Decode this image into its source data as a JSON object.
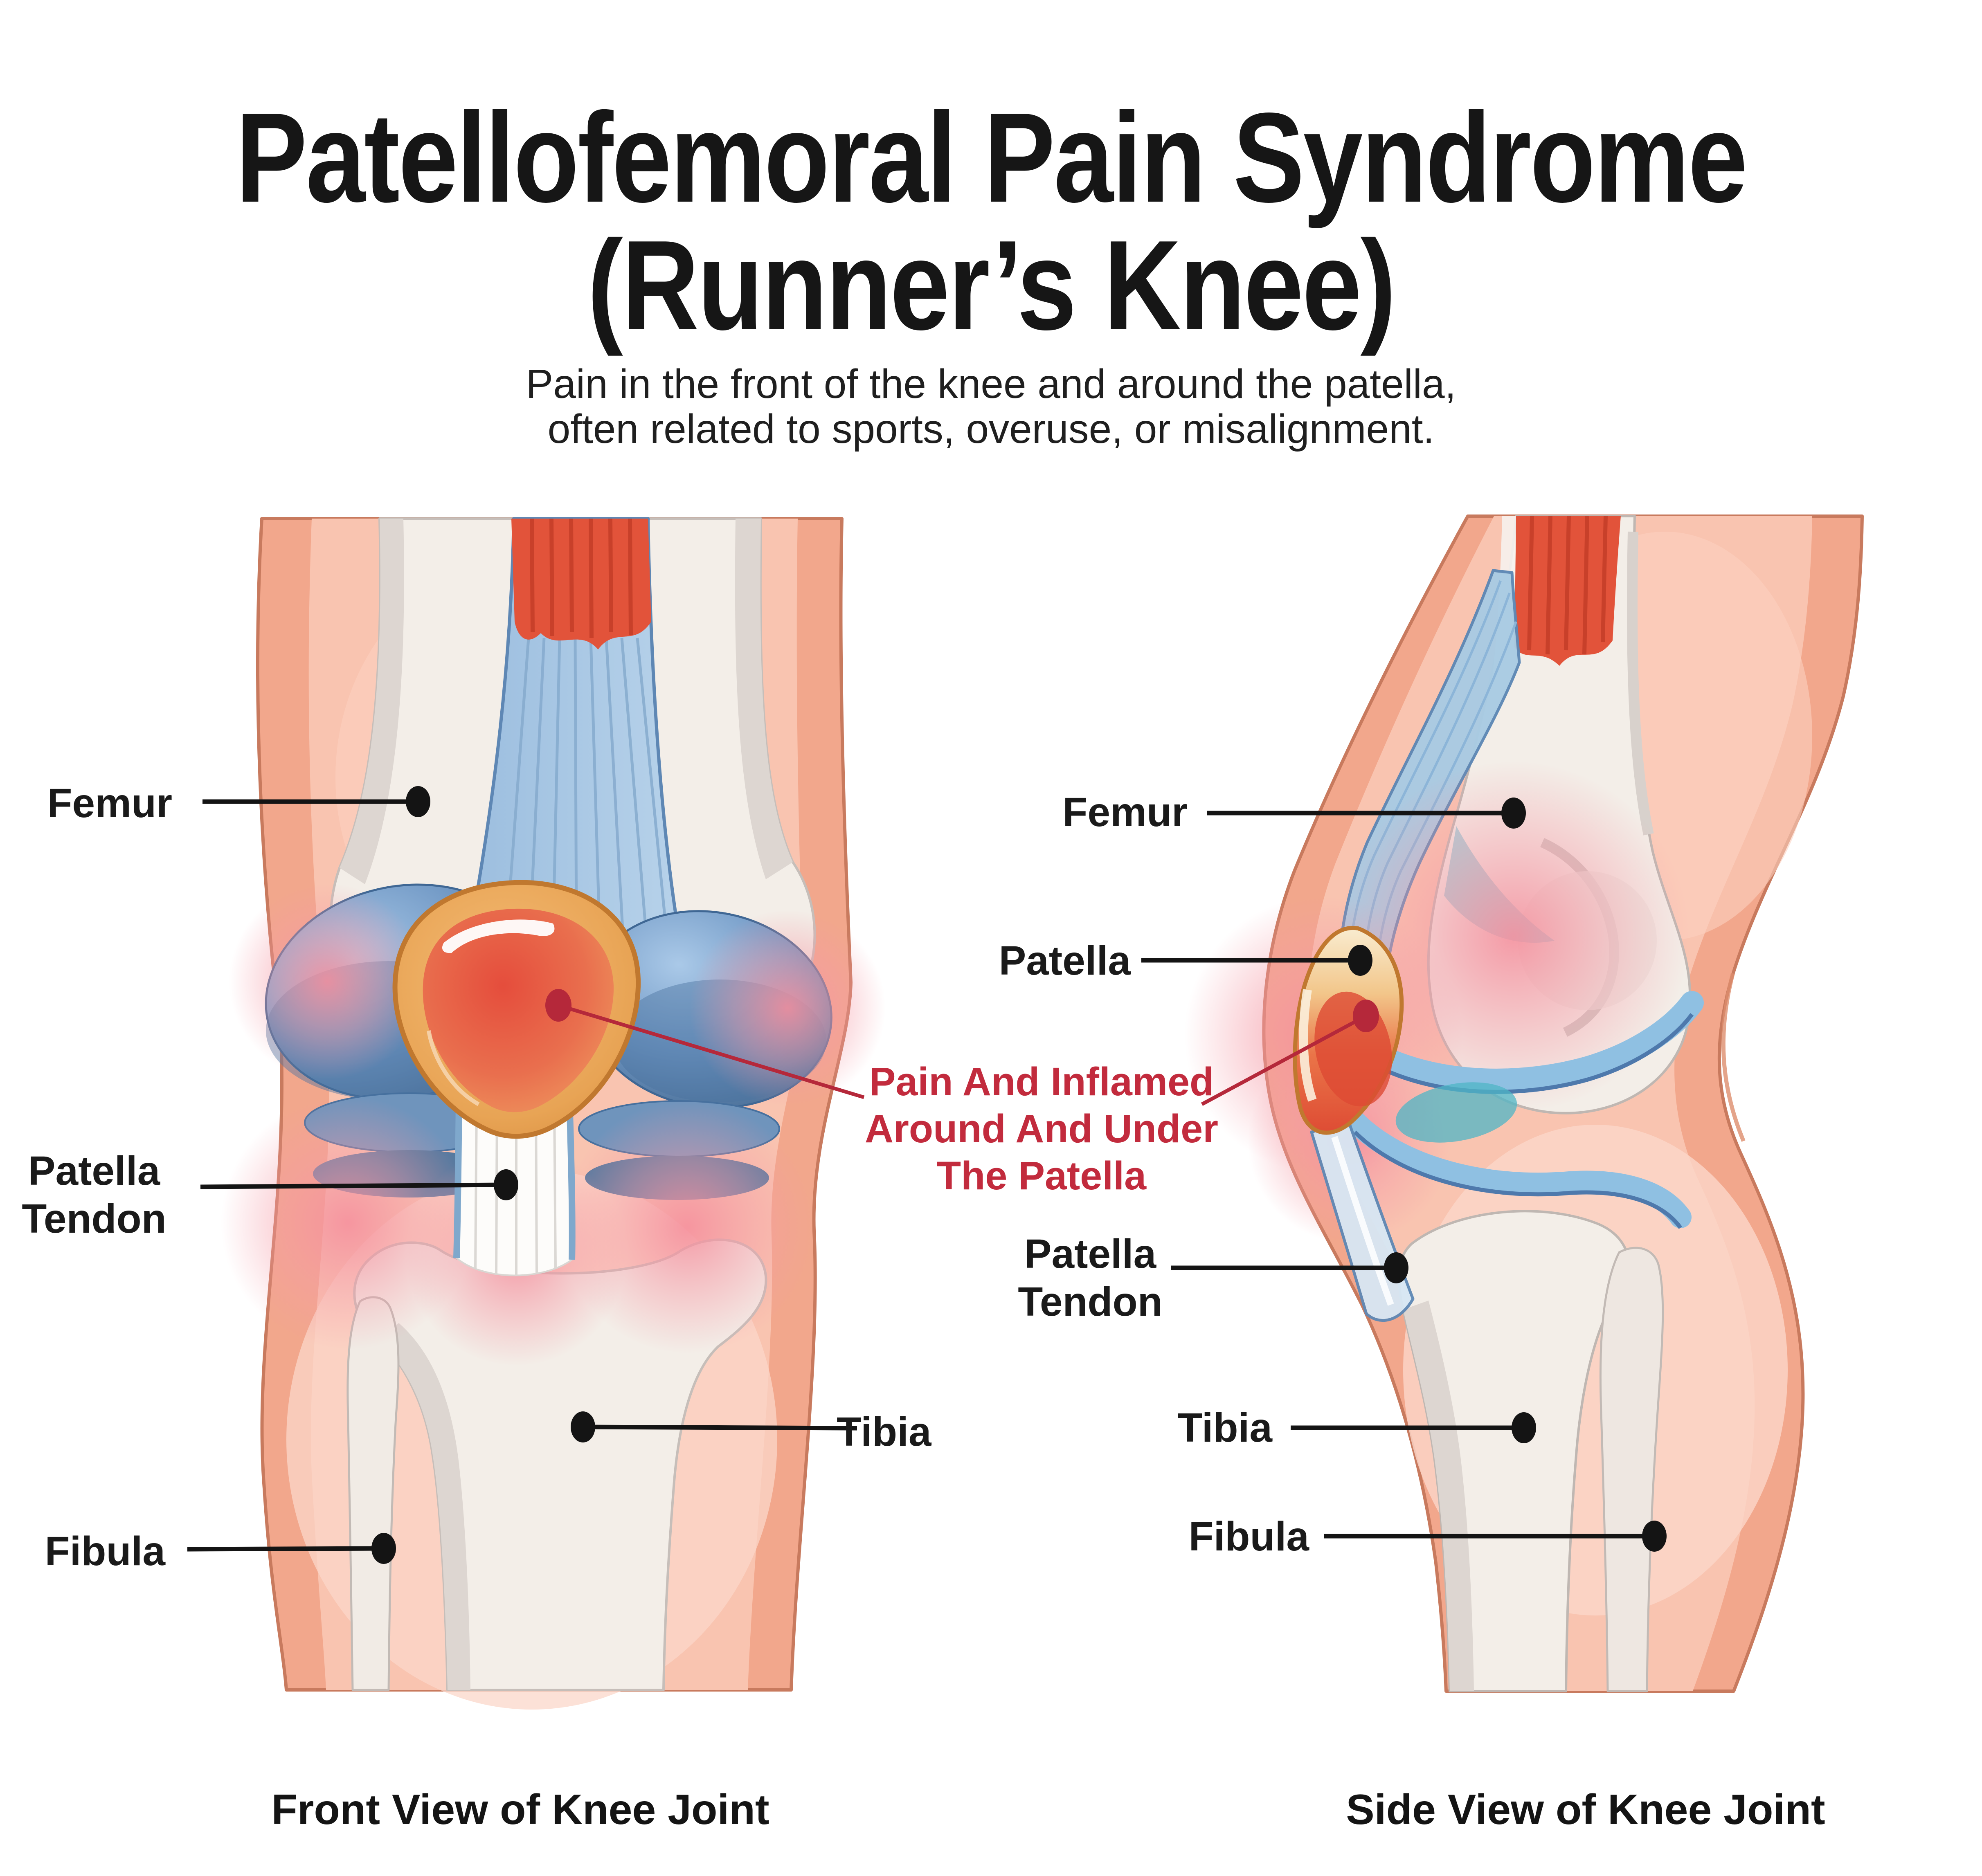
{
  "title": {
    "line1": "Patellofemoral Pain Syndrome",
    "line2": "(Runner’s Knee)"
  },
  "subtitle": {
    "line1": "Pain in the front of the knee and around the patella,",
    "line2": "often related to sports, overuse, or misalignment."
  },
  "annotation": {
    "line1": "Pain And Inflamed",
    "line2": "Around And Under",
    "line3": "The Patella"
  },
  "front_view": {
    "caption": "Front View of Knee Joint",
    "labels": {
      "femur": "Femur",
      "patella_tendon_1": "Patella",
      "patella_tendon_2": "Tendon",
      "fibula": "Fibula",
      "tibia": "Tibia"
    }
  },
  "side_view": {
    "caption": "Side View of Knee Joint",
    "labels": {
      "femur": "Femur",
      "patella": "Patella",
      "patella_tendon_1": "Patella",
      "patella_tendon_2": "Tendon",
      "tibia": "Tibia",
      "fibula": "Fibula"
    }
  },
  "colors": {
    "text_black": "#1a1a1a",
    "annotation_red": "#c22b3d",
    "leader_line_black": "#141414",
    "leader_line_red": "#b5283a",
    "skin": "#f2a78c",
    "skin_light": "#f9c4b0",
    "skin_lightest": "#fbd7c9",
    "skin_outline": "#c87a5e",
    "bone": "#f3eee8",
    "bone_shadow": "#ddd6d1",
    "tendon_blue": "#a9cbe3",
    "tendon_outline": "#5e88b5",
    "muscle_red": "#e2533a",
    "condyle_blue": "#5b82ad",
    "meniscus_blue": "#54799f",
    "patella_orange": "#e8a455",
    "patella_core_red": "#e4573f",
    "inflamed_pink": "#f58f9d",
    "cartilage_teal": "#4fb6c6"
  }
}
